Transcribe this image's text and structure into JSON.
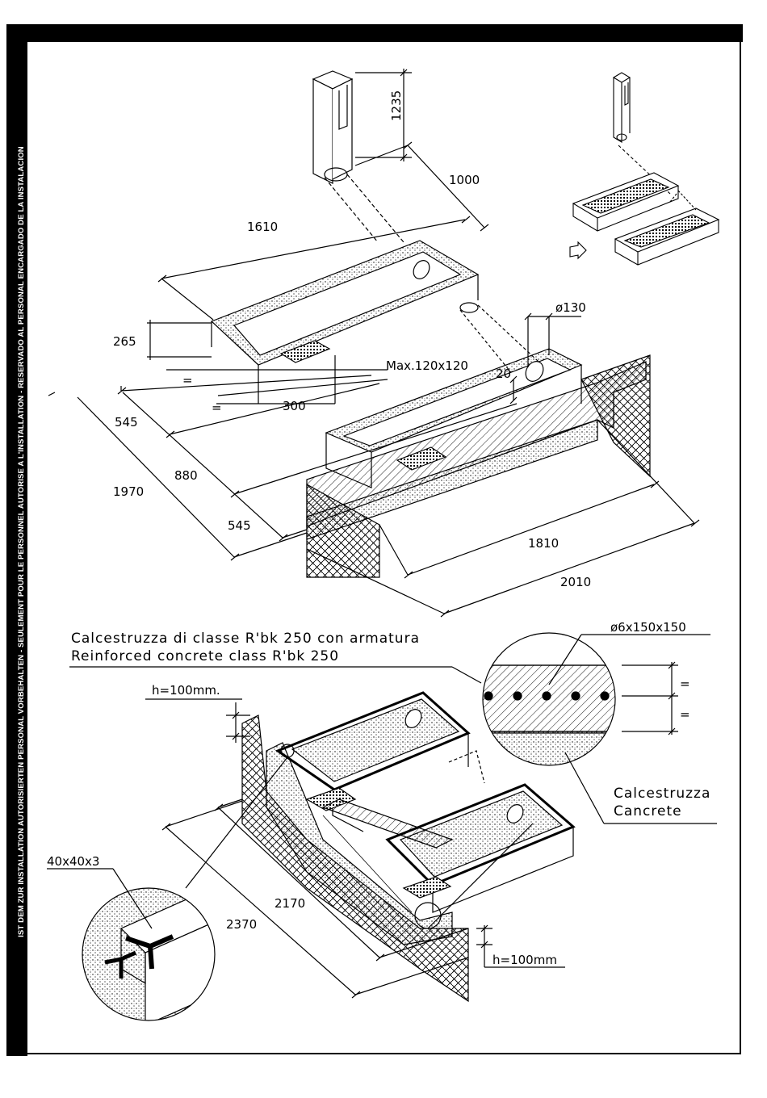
{
  "sidebar": {
    "warning_text": "IST DEM ZUR INSTALLATION AUTORISIERTEN PERSONAL VORBEHALTEN - SEULEMENT POUR LE PERSONNEL AUTORISE A L'INSTALLATION - RESERVADO AL PERSONAL ENCARGADO DE LA INSTALACION"
  },
  "top_drawing": {
    "dim_height_post": "1235",
    "dim_1000": "1000",
    "dim_1610": "1610",
    "dim_diameter": "ø130",
    "dim_265": "265",
    "dim_max": "Max.120x120",
    "dim_20": "20",
    "eq_1": "=",
    "eq_2": "=",
    "dim_300": "300",
    "dim_545_top": "545",
    "dim_880": "880",
    "dim_1970": "1970",
    "dim_545_bottom": "545",
    "dim_1810": "1810",
    "dim_2010": "2010"
  },
  "bottom_drawing": {
    "label_concrete_it": "Calcestruzza di classe R'bk 250 con armatura",
    "label_concrete_en": "Reinforced concrete class R'bk 250",
    "rebar_spec": "ø6x150x150",
    "eq_a": "=",
    "eq_b": "=",
    "h_top": "h=100mm.",
    "calc_it": "Calcestruzza",
    "calc_en": "Cancrete",
    "angle_spec": "40x40x3",
    "dim_2170": "2170",
    "dim_2370": "2370",
    "h_bottom": "h=100mm"
  },
  "colors": {
    "ink": "#000000",
    "paper": "#ffffff"
  }
}
